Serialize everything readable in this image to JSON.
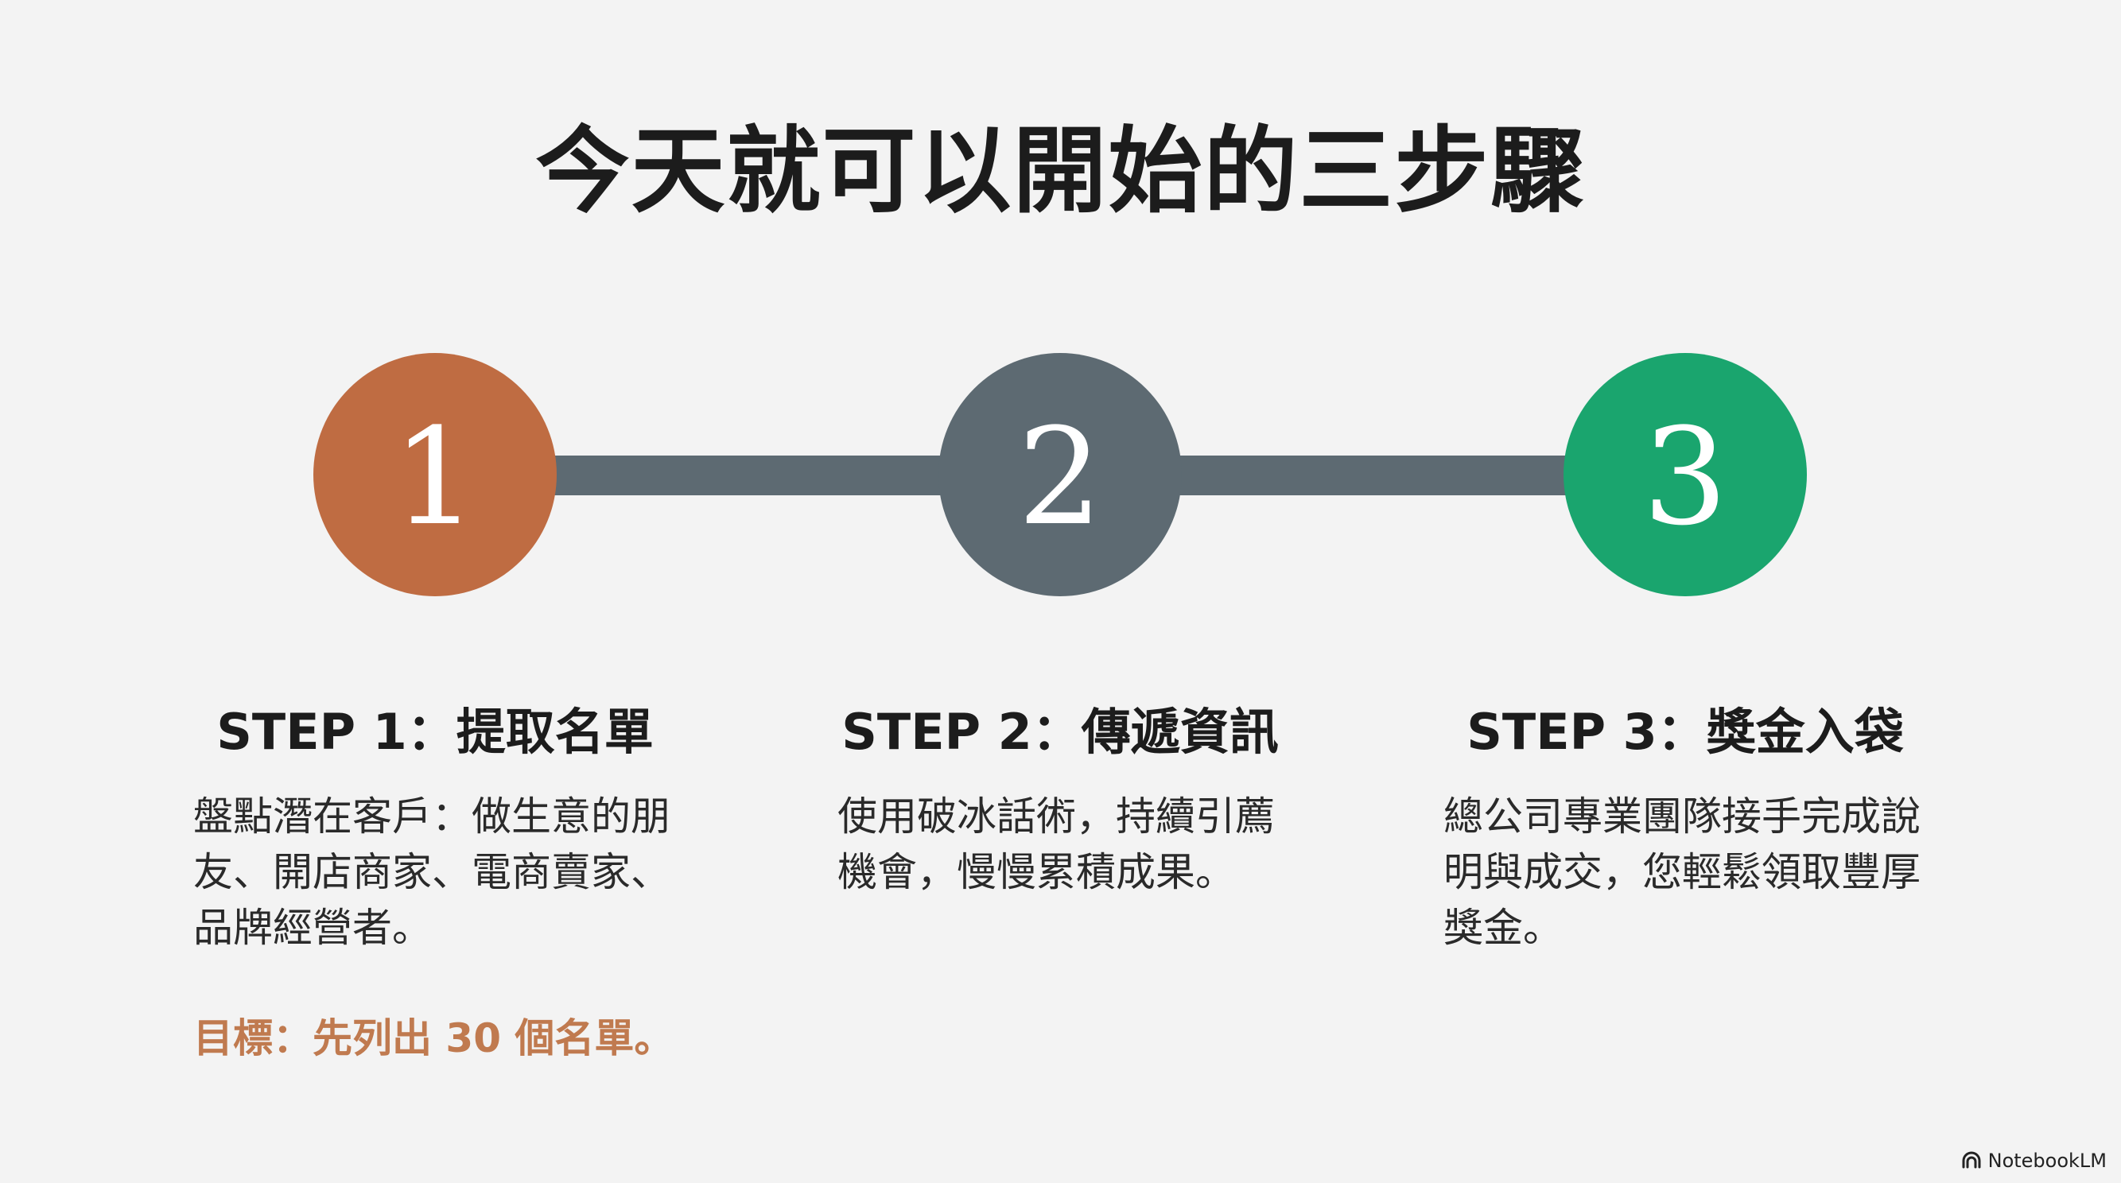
{
  "title": "今天就可以開始的三步驟",
  "steps": [
    {
      "number": "1",
      "color": "#bf6c42",
      "heading": "STEP 1：提取名單",
      "lines": [
        "盤點潛在客戶：做生意的朋",
        "友、開店商家、電商賣家、",
        "品牌經營者。"
      ]
    },
    {
      "number": "2",
      "color": "#5d6a72",
      "heading": "STEP 2：傳遞資訊",
      "lines": [
        "使用破冰話術，持續引薦",
        "機會，慢慢累積成果。"
      ]
    },
    {
      "number": "3",
      "color": "#1aa56e",
      "heading": "STEP 3：獎金入袋",
      "lines": [
        "總公司專業團隊接手完成說",
        "明與成交，您輕鬆領取豐厚",
        "獎金。"
      ]
    }
  ],
  "goal": "目標：先列出 30 個名單。",
  "goal_color": "#c07a4f",
  "connector_color": "#5d6a72",
  "brand": {
    "icon": "notebooklm-logo-icon",
    "label": "NotebookLM"
  }
}
